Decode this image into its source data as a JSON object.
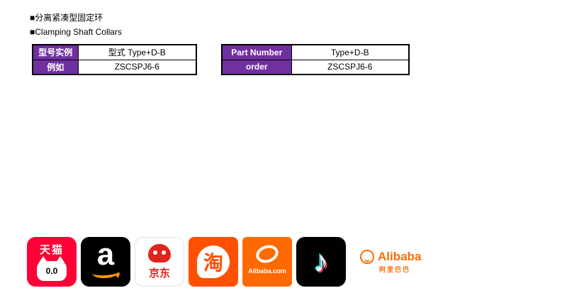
{
  "header": {
    "bullet_cn": "■分离紧凑型固定环",
    "bullet_en": "■Clamping Shaft Collars"
  },
  "tables": {
    "cn": {
      "rows": [
        {
          "label": "型号实例",
          "value": "型式  Type+D-B"
        },
        {
          "label": "例如",
          "value": "ZSCSPJ6-6"
        }
      ]
    },
    "en": {
      "rows": [
        {
          "label": "Part Number",
          "value": "Type+D-B"
        },
        {
          "label": "order",
          "value": "ZSCSPJ6-6"
        }
      ]
    }
  },
  "icons": {
    "tmall": {
      "label": "天猫",
      "face": "0.0"
    },
    "amazon": {
      "letter": "a"
    },
    "jd": {
      "label": "京东"
    },
    "taobao": {
      "char": "淘"
    },
    "alibaba_com": {
      "label": "Alibaba.com"
    },
    "tiktok": {
      "note": "♪"
    },
    "alibaba": {
      "name": "Alibaba",
      "cn": "阿里巴巴"
    }
  },
  "colors": {
    "table_header_purple": "#7030a0",
    "tmall_red": "#ff0036",
    "jd_red": "#e1251b",
    "taobao_orange": "#ff5000",
    "alibaba_orange": "#ff6a00",
    "amazon_smile_orange": "#ff9900",
    "tiktok_cyan": "#25f4ee",
    "tiktok_pink": "#fe2c55"
  }
}
